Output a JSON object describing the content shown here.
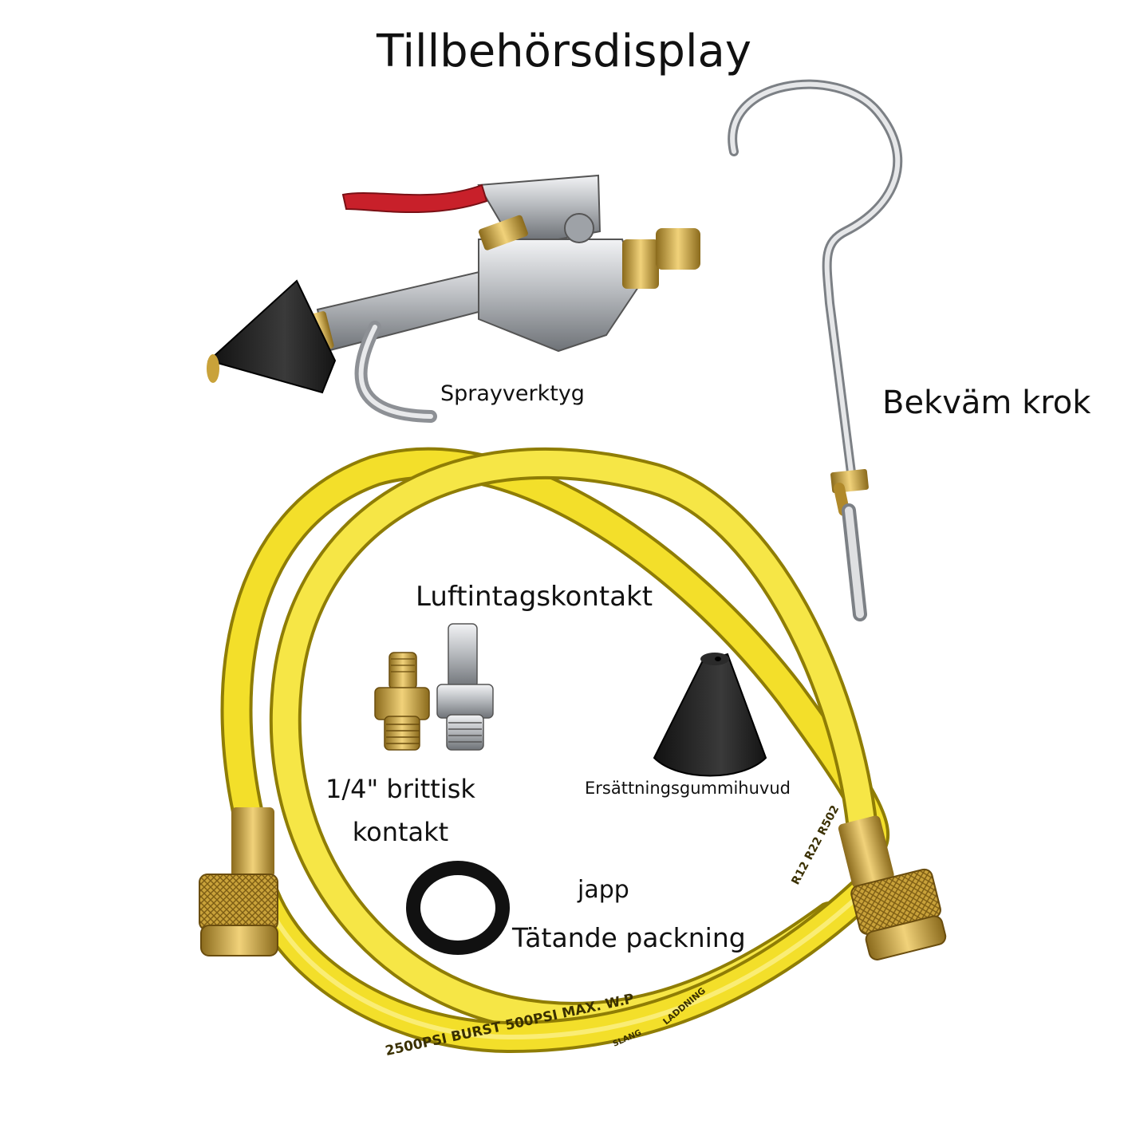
{
  "title": "Tillbehörsdisplay",
  "labels": {
    "spray_tool": "Sprayverktyg",
    "hook": "Bekväm krok",
    "air_connector": "Luftintagskontakt",
    "british_connector_line1": "1/4\" brittisk",
    "british_connector_line2": "kontakt",
    "rubber_head": "Ersättningsgummihuvud",
    "upside_text": "japp",
    "seal": "Tätande packning"
  },
  "hose_print": {
    "spec": "2500PSI  BURST 500PSI  MAX. W.P",
    "brand": "SLANG",
    "charge": "LADDNING",
    "codes": "R12 R22 R502"
  },
  "colors": {
    "hose_yellow": "#f3df2a",
    "brass": "#c9a23a",
    "rubber_black": "#1e1e1e",
    "trigger_red": "#c8202a",
    "chrome": "#c7c9cc"
  }
}
